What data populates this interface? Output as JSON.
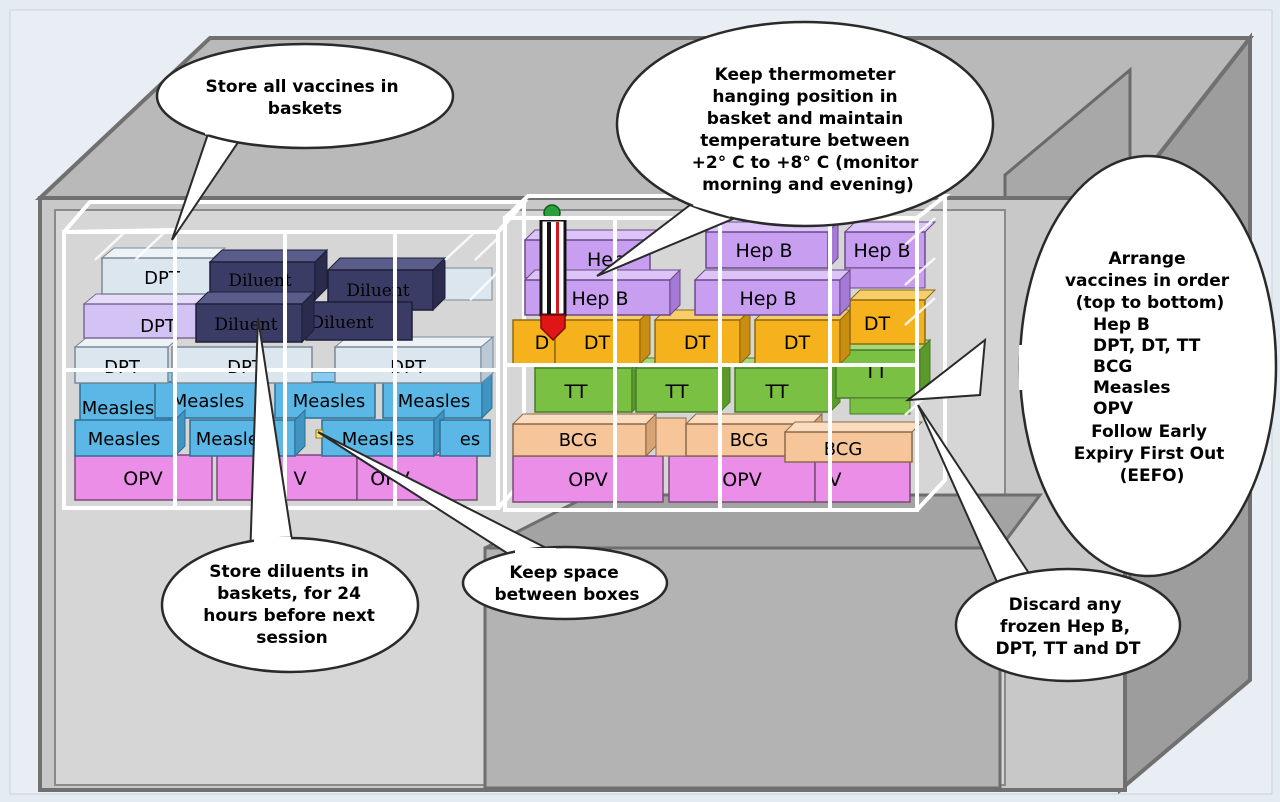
{
  "callouts": {
    "baskets": [
      "Store all  vaccines in",
      "baskets"
    ],
    "thermometer": [
      "Keep thermometer",
      "hanging position in",
      "basket and maintain",
      "temperature between",
      "+2° C to +8° C (monitor",
      "morning and evening)"
    ],
    "order": {
      "heading": [
        "Arrange",
        "vaccines in order",
        "(top to bottom)"
      ],
      "items": [
        "Hep B",
        "DPT, DT, TT",
        "BCG",
        "Measles",
        "OPV"
      ],
      "footer": [
        "Follow Early",
        "Expiry First Out",
        "(EEFO)"
      ]
    },
    "diluents": [
      "Store diluents in",
      "baskets, for 24",
      "hours before next",
      "session"
    ],
    "space": [
      "Keep space",
      "between boxes"
    ],
    "discard": [
      "Discard any",
      "frozen Hep B,",
      "DPT, TT and DT"
    ]
  },
  "boxes": {
    "left_row1": [
      "DPT"
    ],
    "left_row2": [
      "DPT"
    ],
    "left_row3": [
      "DPT",
      "DPT",
      "DPT"
    ],
    "diluents": [
      "Diluent",
      "Diluent",
      "Diluent",
      "Diluent"
    ],
    "left_measles_back": [
      "Measles",
      "Measles",
      "Measles",
      "Measles"
    ],
    "left_measles_front": [
      "Measles",
      "Measles",
      "Measles",
      "es"
    ],
    "left_opv": [
      "OPV",
      "V",
      "OPV"
    ],
    "right_hepb_top": [
      "Hep",
      "Hep B",
      "Hep B"
    ],
    "right_hepb_front": [
      "Hep B",
      "Hep B"
    ],
    "right_dt": [
      "D",
      "DT",
      "DT",
      "DT",
      "DT"
    ],
    "right_tt": [
      "TT",
      "TT",
      "TT",
      "TT"
    ],
    "right_bcg": [
      "BCG",
      "BCG",
      "BCG"
    ],
    "right_opv": [
      "OPV",
      "OPV",
      "V"
    ]
  },
  "colors": {
    "cabinet_top": "#b9b9b9",
    "cabinet_front": "#c8c8c8",
    "dpt": "#dce6ee",
    "diluent": "#3b3c66",
    "measles": "#5bb7e6",
    "opv": "#ea8ee8",
    "hepb": "#c79ef0",
    "dt": "#f5b21c",
    "tt": "#7ac043",
    "bcg": "#f7c59a"
  }
}
